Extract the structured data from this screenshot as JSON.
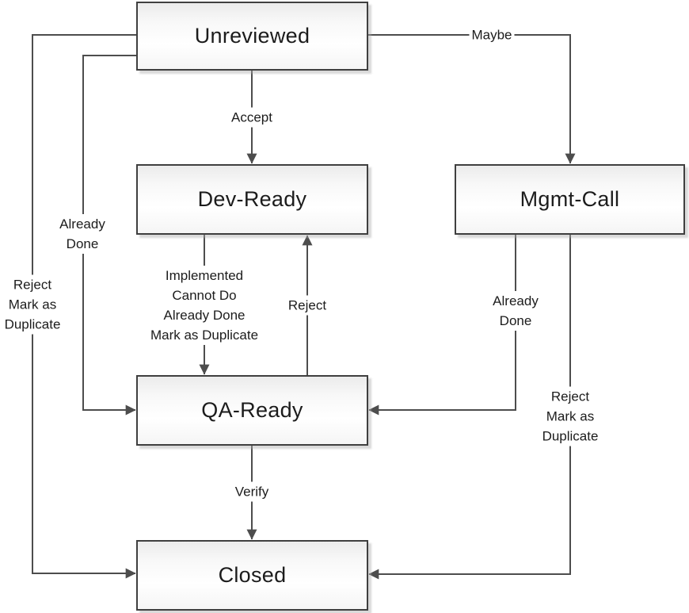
{
  "diagram": {
    "type": "state-flowchart",
    "colors": {
      "line": "#4d4d4d",
      "node_border": "#3f3f3f",
      "node_fill_top": "#ebebeb",
      "node_fill_bottom": "#f5f5f5",
      "text": "#1c1c1c",
      "background": "#ffffff"
    },
    "nodes": {
      "unreviewed": {
        "label": "Unreviewed"
      },
      "dev_ready": {
        "label": "Dev-Ready"
      },
      "mgmt_call": {
        "label": "Mgmt-Call"
      },
      "qa_ready": {
        "label": "QA-Ready"
      },
      "closed": {
        "label": "Closed"
      }
    },
    "edges": {
      "accept": {
        "from": "Unreviewed",
        "to": "Dev-Ready",
        "lines": [
          "Accept"
        ]
      },
      "maybe": {
        "from": "Unreviewed",
        "to": "Mgmt-Call",
        "lines": [
          "Maybe"
        ]
      },
      "already_done_left": {
        "from": "Unreviewed",
        "to": "QA-Ready",
        "lines": [
          "Already",
          "Done"
        ]
      },
      "reject_duplicate_left": {
        "from": "Unreviewed",
        "to": "Closed",
        "lines": [
          "Reject",
          "Mark as",
          "Duplicate"
        ]
      },
      "implemented": {
        "from": "Dev-Ready",
        "to": "QA-Ready",
        "lines": [
          "Implemented",
          "Cannot Do",
          "Already Done",
          "Mark as Duplicate"
        ]
      },
      "reject_up": {
        "from": "QA-Ready",
        "to": "Dev-Ready",
        "lines": [
          "Reject"
        ]
      },
      "already_done_right": {
        "from": "Mgmt-Call",
        "to": "QA-Ready",
        "lines": [
          "Already",
          "Done"
        ]
      },
      "reject_duplicate_right": {
        "from": "Mgmt-Call",
        "to": "Closed",
        "lines": [
          "Reject",
          "Mark as",
          "Duplicate"
        ]
      },
      "verify": {
        "from": "QA-Ready",
        "to": "Closed",
        "lines": [
          "Verify"
        ]
      }
    }
  }
}
